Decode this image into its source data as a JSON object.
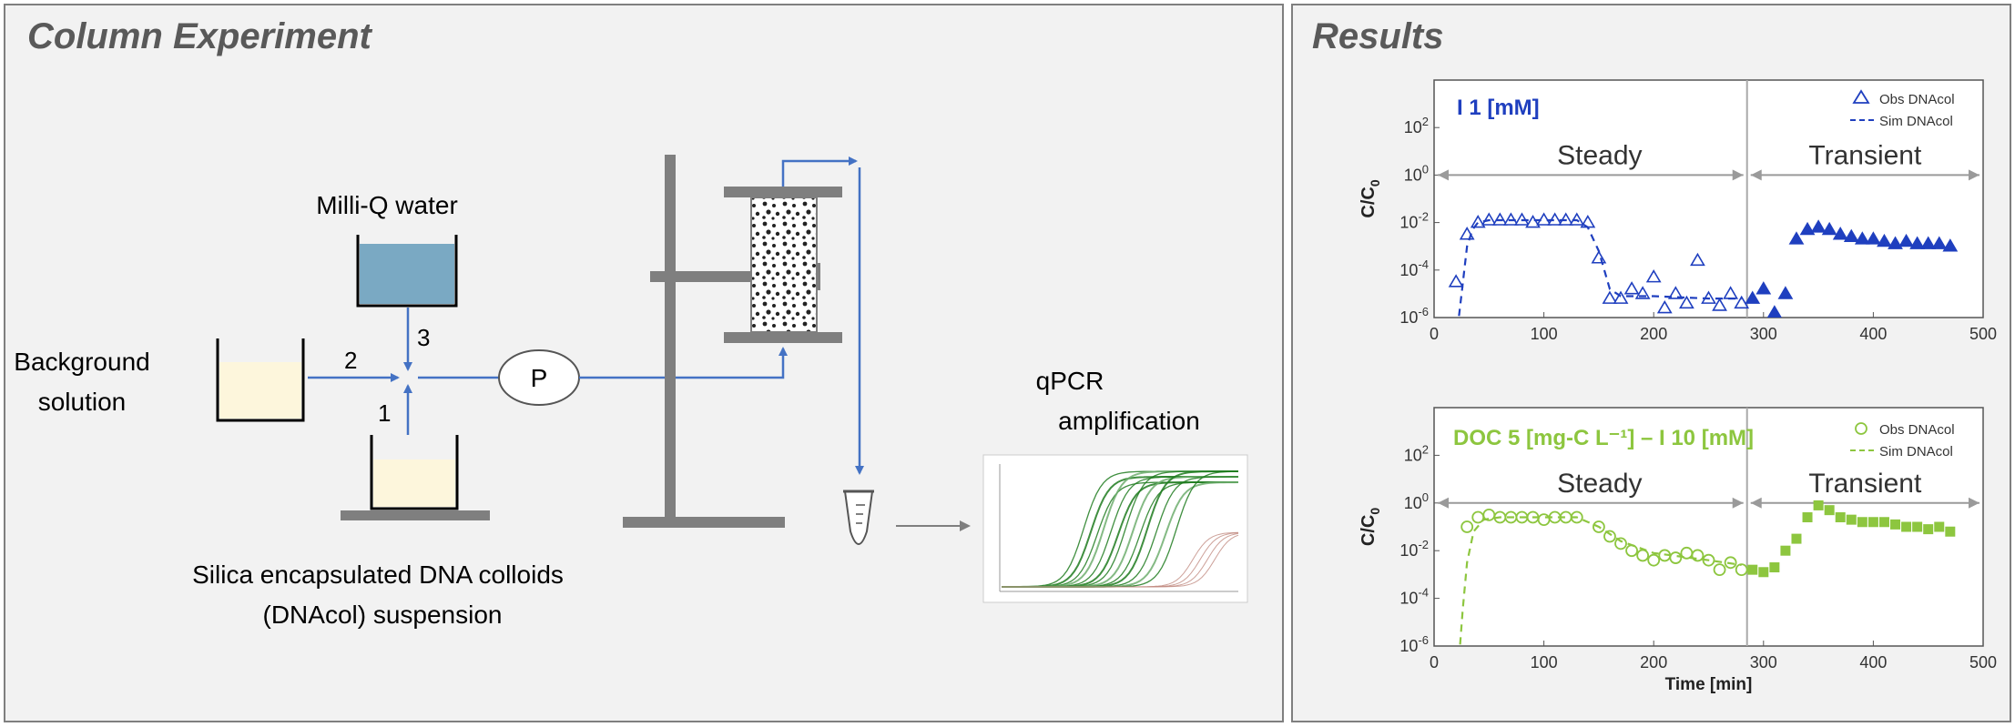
{
  "left_panel": {
    "title": "Column Experiment",
    "labels": {
      "milli_q": "Milli-Q water",
      "background_line1": "Background",
      "background_line2": "solution",
      "num_1": "1",
      "num_2": "2",
      "num_3": "3",
      "pump": "P",
      "qpcr_line1": "qPCR",
      "qpcr_line2": "amplification",
      "dnacol_line1": "Silica encapsulated  DNA colloids",
      "dnacol_line2": "(DNAcol)  suspension"
    },
    "colors": {
      "arrow": "#4472c4",
      "water": "#7aa9c3",
      "solution": "#fdf6dc",
      "stand": "#7f7f7f",
      "curves": "#1e7b1e"
    }
  },
  "right_panel": {
    "title": "Results",
    "chart_data": [
      {
        "type": "scatter",
        "title": "I 1 [mM]",
        "title_color": "#1f3fbf",
        "ylabel": "C/C0",
        "xlabel": "",
        "xlim": [
          0,
          500
        ],
        "ylim_exp": [
          -6,
          4
        ],
        "x_ticks": [
          "0",
          "100",
          "200",
          "300",
          "400",
          "500"
        ],
        "y_ticks": [
          "10-6",
          "10-4",
          "10-2",
          "100",
          "102"
        ],
        "regions": [
          "Steady",
          "Transient"
        ],
        "region_boundary": 285,
        "legend": [
          "Obs DNAcol",
          "Sim DNAcol"
        ],
        "color": "#1f3fbf",
        "series": [
          {
            "name": "Obs DNAcol",
            "marker": "open-triangle",
            "x": [
              20,
              30,
              40,
              50,
              60,
              70,
              80,
              90,
              100,
              110,
              120,
              130,
              140,
              150,
              160,
              170,
              180,
              190,
              200,
              210,
              220,
              230,
              240,
              250,
              260,
              270,
              280
            ],
            "log10_y": [
              -4.5,
              -2.5,
              -2.0,
              -1.9,
              -1.9,
              -1.9,
              -1.9,
              -2.0,
              -1.9,
              -1.9,
              -1.9,
              -1.9,
              -2.0,
              -3.5,
              -5.2,
              -5.2,
              -4.8,
              -5.0,
              -4.3,
              -5.6,
              -5.0,
              -5.4,
              -3.6,
              -5.2,
              -5.5,
              -5.0,
              -5.4
            ]
          },
          {
            "name": "Obs DNAcol (transient)",
            "marker": "filled-triangle",
            "x": [
              290,
              300,
              310,
              320,
              330,
              340,
              350,
              360,
              370,
              380,
              390,
              400,
              410,
              420,
              430,
              440,
              450,
              460,
              470
            ],
            "log10_y": [
              -5.2,
              -4.8,
              -5.8,
              -5.0,
              -2.7,
              -2.3,
              -2.2,
              -2.3,
              -2.5,
              -2.6,
              -2.7,
              -2.7,
              -2.8,
              -2.9,
              -2.8,
              -2.9,
              -2.9,
              -2.9,
              -3.0
            ]
          },
          {
            "name": "Sim DNAcol",
            "marker": "dashed-line",
            "x": [
              20,
              25,
              30,
              35,
              40,
              50,
              130,
              140,
              150,
              160,
              170,
              200,
              250,
              280
            ],
            "log10_y": [
              -7,
              -5,
              -3,
              -2.3,
              -2.0,
              -1.9,
              -1.9,
              -2.2,
              -3.2,
              -4.8,
              -5.1,
              -5.1,
              -5.2,
              -5.2
            ]
          }
        ]
      },
      {
        "type": "scatter",
        "title": "DOC 5 [mg-C L⁻¹] – I 10 [mM]",
        "title_color": "#8dc63f",
        "ylabel": "C/C0",
        "xlabel": "Time [min]",
        "xlim": [
          0,
          500
        ],
        "ylim_exp": [
          -6,
          4
        ],
        "x_ticks": [
          "0",
          "100",
          "200",
          "300",
          "400",
          "500"
        ],
        "y_ticks": [
          "10-6",
          "10-4",
          "10-2",
          "100",
          "102"
        ],
        "regions": [
          "Steady",
          "Transient"
        ],
        "region_boundary": 285,
        "legend": [
          "Obs DNAcol",
          "Sim DNAcol"
        ],
        "color": "#8dc63f",
        "series": [
          {
            "name": "Obs DNAcol",
            "marker": "open-circle",
            "x": [
              30,
              40,
              50,
              60,
              70,
              80,
              90,
              100,
              110,
              120,
              130,
              150,
              160,
              170,
              180,
              190,
              200,
              210,
              220,
              230,
              240,
              250,
              260,
              270,
              280
            ],
            "log10_y": [
              -1.0,
              -0.6,
              -0.5,
              -0.6,
              -0.6,
              -0.6,
              -0.6,
              -0.7,
              -0.6,
              -0.6,
              -0.6,
              -1.0,
              -1.4,
              -1.7,
              -2.0,
              -2.2,
              -2.4,
              -2.2,
              -2.3,
              -2.1,
              -2.2,
              -2.4,
              -2.8,
              -2.5,
              -2.8
            ]
          },
          {
            "name": "Obs DNAcol (transient)",
            "marker": "filled-circle",
            "x": [
              290,
              300,
              310,
              320,
              330,
              340,
              350,
              360,
              370,
              380,
              390,
              400,
              410,
              420,
              430,
              440,
              450,
              460,
              470
            ],
            "log10_y": [
              -2.8,
              -2.9,
              -2.7,
              -2.0,
              -1.5,
              -0.6,
              -0.1,
              -0.3,
              -0.6,
              -0.7,
              -0.8,
              -0.8,
              -0.8,
              -0.9,
              -1.0,
              -1.0,
              -1.1,
              -1.0,
              -1.2
            ]
          },
          {
            "name": "Sim DNAcol",
            "marker": "dashed-line",
            "x": [
              22,
              26,
              30,
              36,
              45,
              60,
              130,
              150,
              170,
              200,
              250,
              280
            ],
            "log10_y": [
              -7,
              -4.5,
              -2.5,
              -1.2,
              -0.7,
              -0.6,
              -0.6,
              -1.0,
              -1.6,
              -2.1,
              -2.4,
              -2.6
            ]
          }
        ]
      }
    ]
  }
}
